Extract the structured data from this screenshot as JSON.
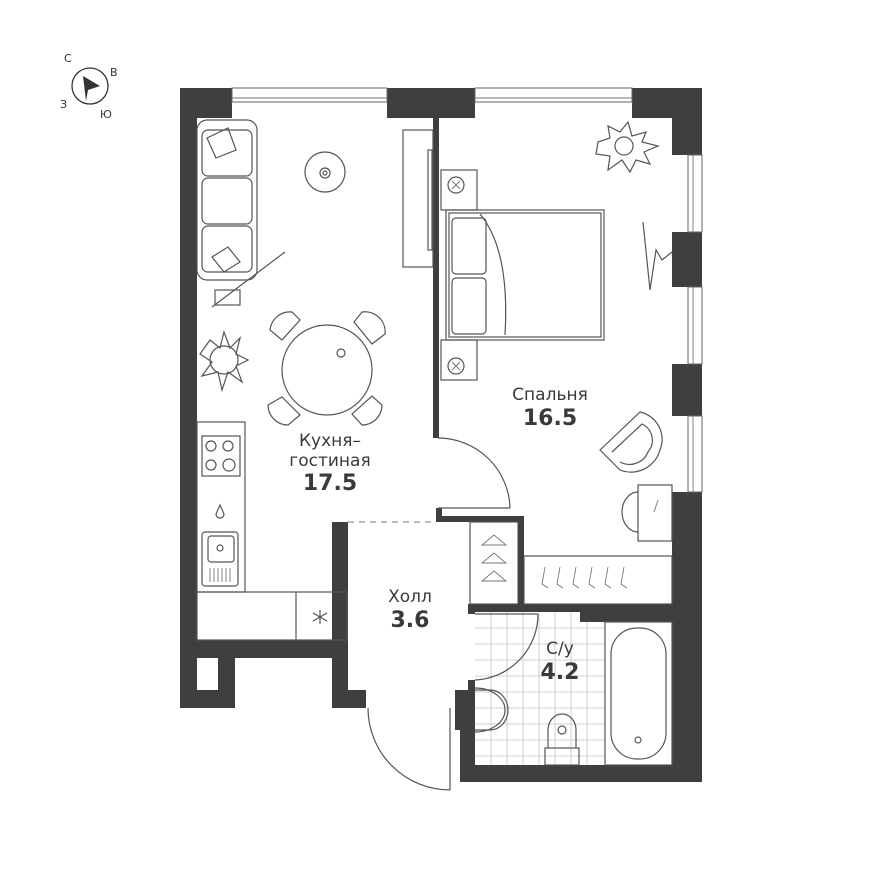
{
  "compass": {
    "north": "С",
    "east": "В",
    "south": "Ю",
    "west": "З"
  },
  "rooms": [
    {
      "id": "kitchen-living",
      "name": "Кухня–\nгостиная",
      "name_line1": "Кухня–",
      "name_line2": "гостиная",
      "area": "17.5"
    },
    {
      "id": "bedroom",
      "name": "Спальня",
      "area": "16.5"
    },
    {
      "id": "hall",
      "name": "Холл",
      "area": "3.6"
    },
    {
      "id": "bathroom",
      "name": "С/у",
      "area": "4.2"
    }
  ],
  "colors": {
    "wall": "#3f3f3f",
    "line": "#555555",
    "tile": "#cfcfcf",
    "text": "#3a3a3a",
    "background": "#ffffff"
  }
}
